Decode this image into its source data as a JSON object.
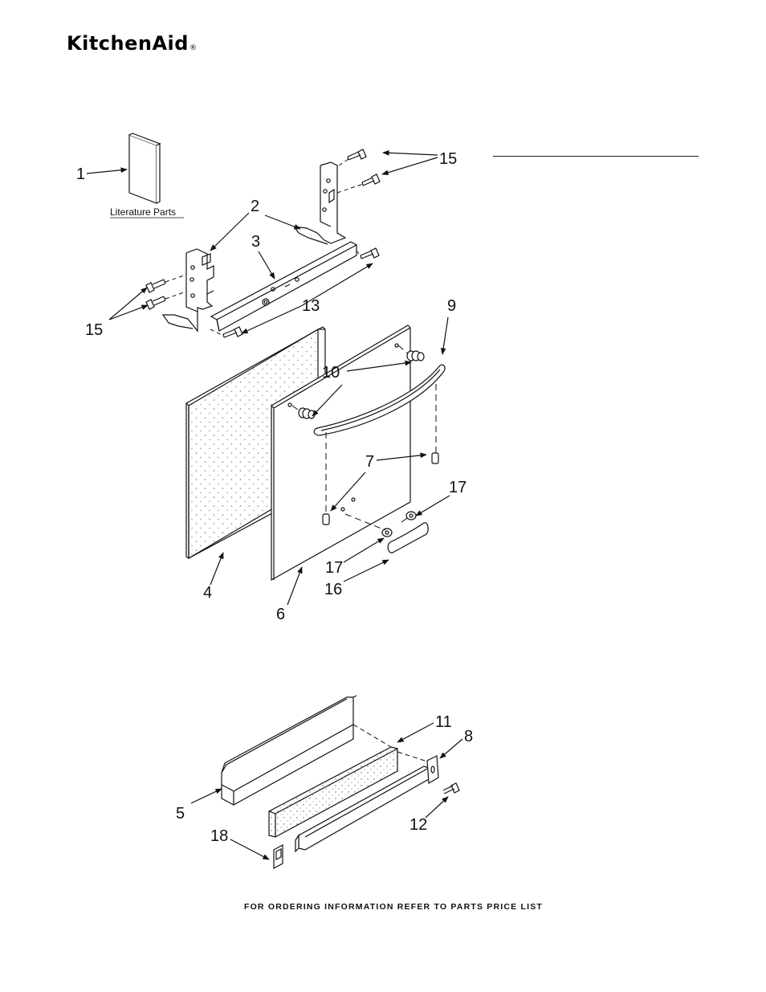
{
  "brand": {
    "name": "KitchenAid",
    "mark": "®"
  },
  "literature_label": "Literature Parts",
  "callouts": {
    "c1": "1",
    "c2": "2",
    "c3": "3",
    "c4": "4",
    "c5": "5",
    "c6": "6",
    "c7": "7",
    "c8": "8",
    "c9": "9",
    "c10": "10",
    "c11": "11",
    "c12": "12",
    "c13": "13",
    "c15a": "15",
    "c15b": "15",
    "c16": "16",
    "c17a": "17",
    "c17b": "17",
    "c18": "18"
  },
  "footer": "FOR ORDERING INFORMATION REFER TO PARTS PRICE LIST"
}
